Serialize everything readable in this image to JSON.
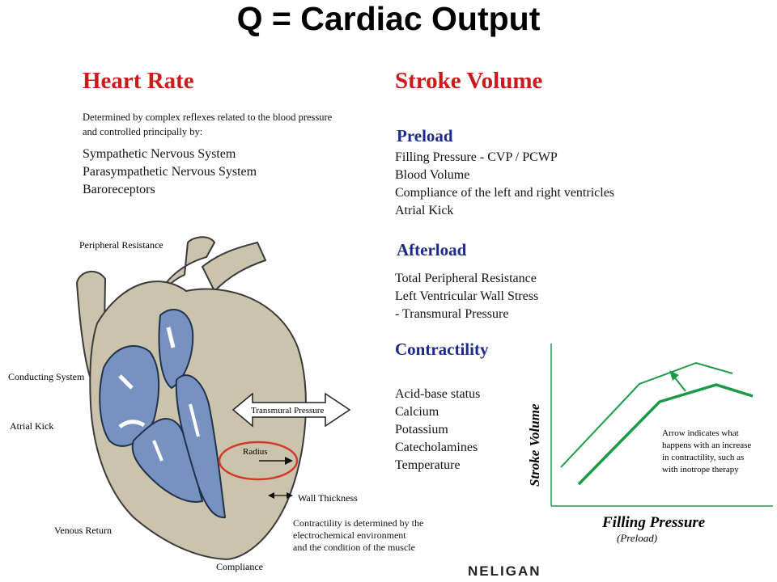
{
  "title": "Q = Cardiac Output",
  "heart_rate": {
    "heading": "Heart Rate",
    "intro_line1": "Determined by complex reflexes related to the blood pressure",
    "intro_line2": "and controlled principally by:",
    "items": [
      "Sympathetic Nervous System",
      "Parasympathetic Nervous System",
      "Baroreceptors"
    ]
  },
  "stroke_volume": {
    "heading": "Stroke Volume",
    "preload": {
      "heading": "Preload",
      "items": [
        "Filling Pressure - CVP / PCWP",
        "Blood Volume",
        "Compliance of the left and right ventricles",
        "Atrial Kick"
      ]
    },
    "afterload": {
      "heading": "Afterload",
      "items": [
        "Total Peripheral Resistance",
        "Left Ventricular Wall Stress",
        "- Transmural Pressure"
      ]
    },
    "contractility": {
      "heading": "Contractility",
      "items": [
        "Acid-base status",
        "Calcium",
        "Potassium",
        "Catecholamines",
        "Temperature"
      ]
    }
  },
  "heart_labels": {
    "peripheral_resistance": "Peripheral Resistance",
    "conducting_system": "Conducting System",
    "atrial_kick": "Atrial Kick",
    "venous_return": "Venous Return",
    "compliance": "Compliance",
    "transmural_pressure": "Transmural Pressure",
    "radius": "Radius",
    "wall_thickness": "Wall Thickness",
    "contractility_note": [
      "Contractility is determined by the",
      "electrochemical environment",
      "and the condition of the muscle"
    ]
  },
  "graph": {
    "ylabel": "Stroke Volume",
    "xlabel": "Filling Pressure",
    "xlabel_sub": "(Preload)",
    "note": [
      "Arrow indicates what",
      "happens with an increase",
      "in contractility, such as",
      "with inotrope therapy"
    ],
    "line_color": "#1a9a45"
  },
  "footer": {
    "brand": "NELIGAN"
  },
  "colors": {
    "heading_red": "#cc1a1a",
    "heading_blue": "#1c2a8c",
    "muscle": "#cbc4ad",
    "chamber": "#7592c0",
    "radius_circle": "#d43a2a"
  }
}
